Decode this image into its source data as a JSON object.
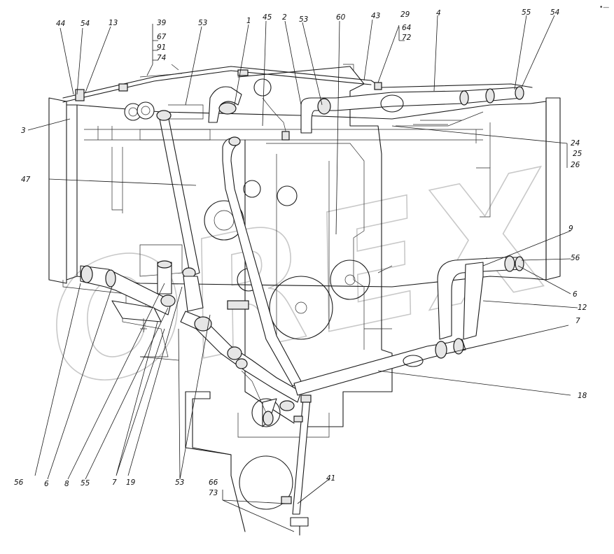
{
  "watermark": "OREX",
  "corner_mark": "•—",
  "labels": {
    "l1": "1",
    "l2": "2",
    "l3": "3",
    "l4": "4",
    "l6a": "6",
    "l6b": "6",
    "l7a": "7",
    "l7b": "7",
    "l8": "8",
    "l9": "9",
    "l12": "12",
    "l13": "13",
    "l18": "18",
    "l19": "19",
    "l24": "24",
    "l25": "25",
    "l26": "26",
    "l29": "29",
    "l39": "39",
    "l41": "41",
    "l43": "43",
    "l44": "44",
    "l45": "45",
    "l47": "47",
    "l53a": "53",
    "l53b": "53",
    "l53c": "53",
    "l54a": "54",
    "l54b": "54",
    "l55a": "55",
    "l55b": "55",
    "l56a": "56",
    "l56b": "56",
    "l60": "60",
    "l64": "64",
    "l66": "66",
    "l67": "67",
    "l72": "72",
    "l73": "73",
    "l74": "74",
    "l91": "91"
  }
}
